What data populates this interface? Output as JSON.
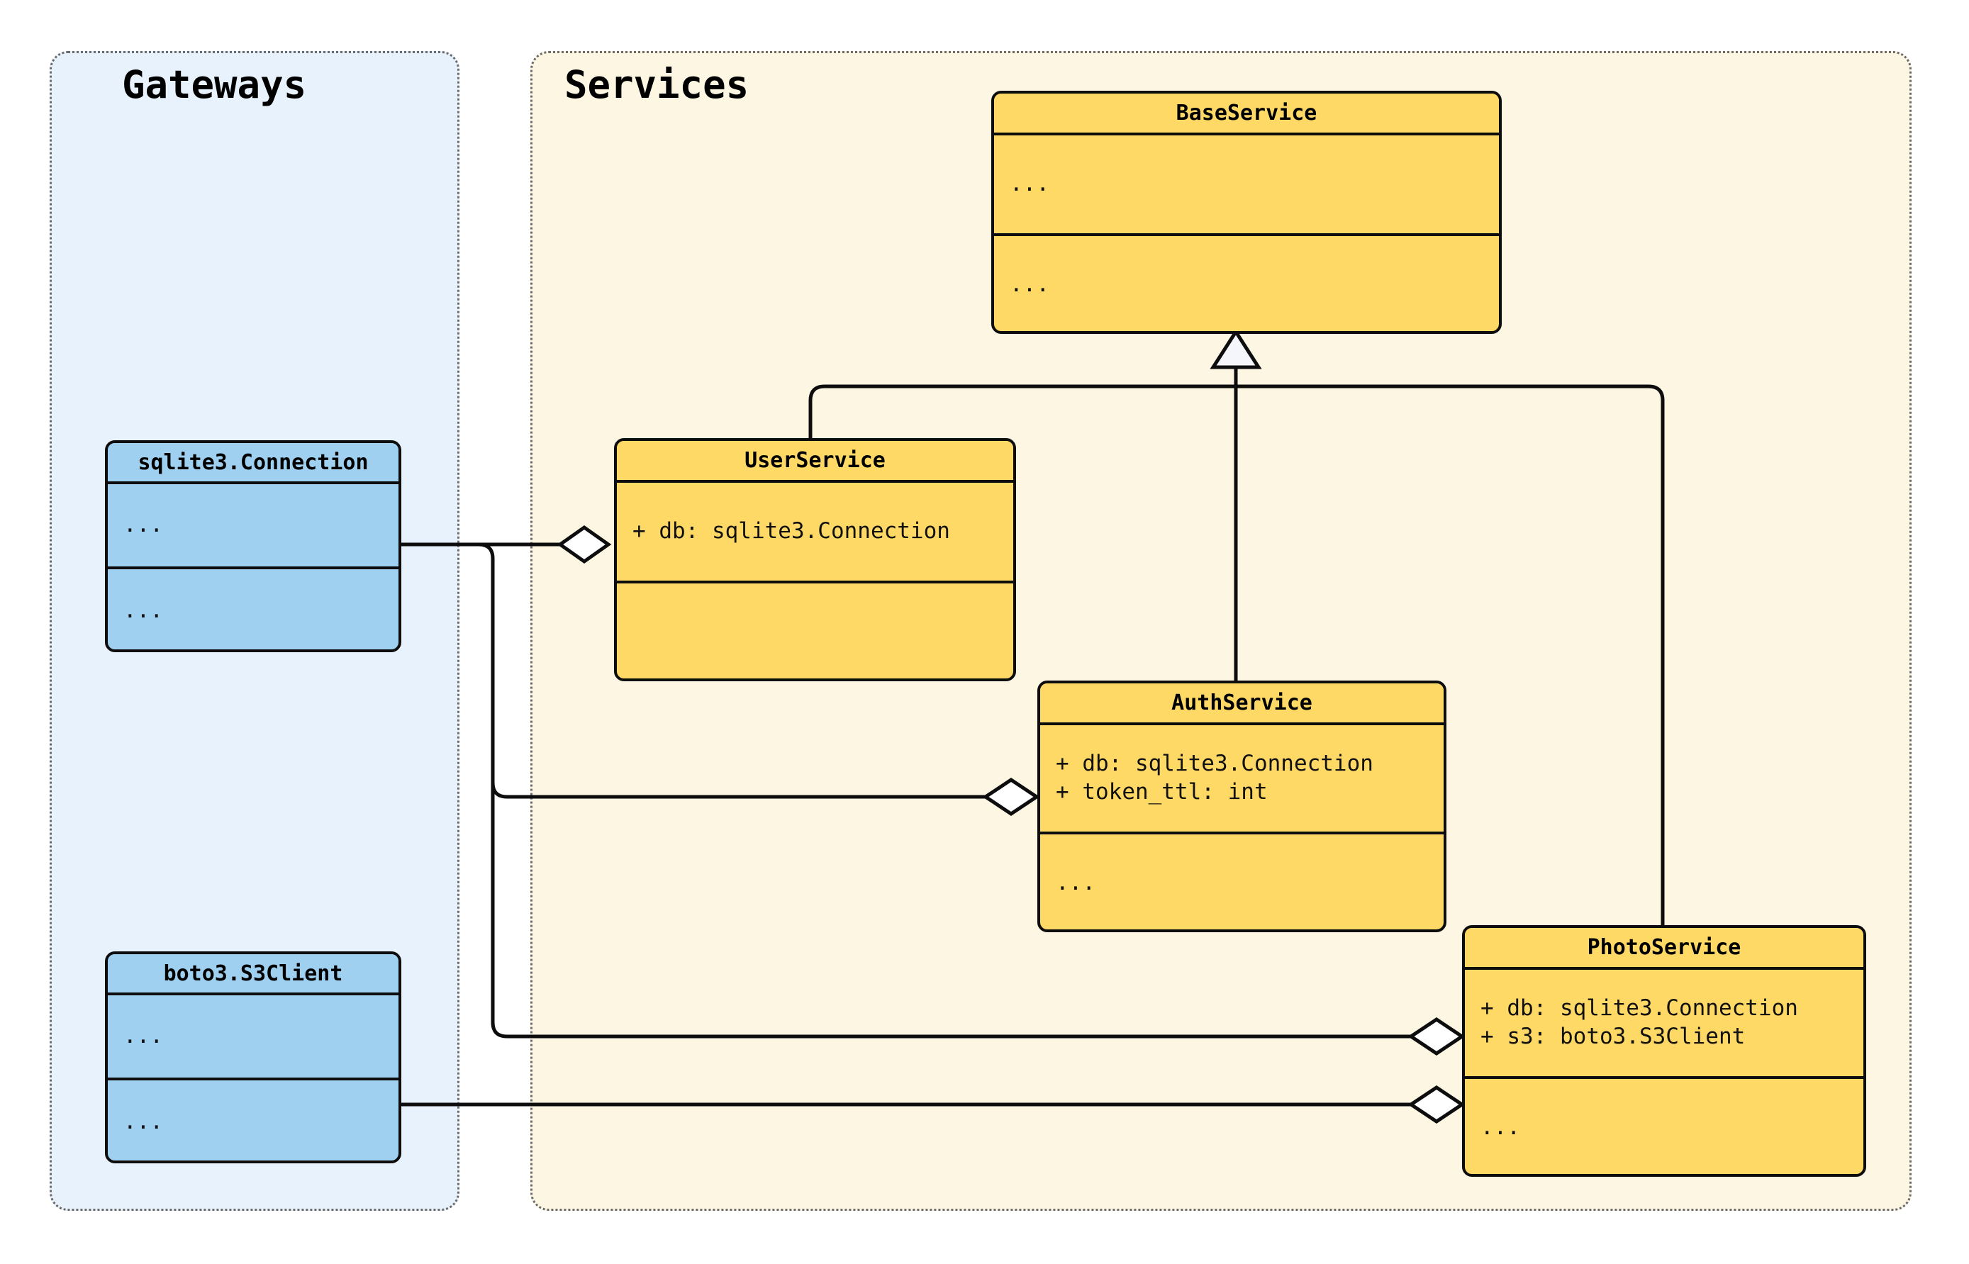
{
  "diagram": {
    "type": "uml-class-diagram",
    "packages": [
      {
        "id": "gateways",
        "title": "Gateways",
        "fill": "#e8f2fd",
        "border": "#6b6b6b"
      },
      {
        "id": "services",
        "title": "Services",
        "fill": "#fdf6e3",
        "border": "#6b6b6b"
      }
    ],
    "classes": [
      {
        "id": "sqlite3-connection",
        "package": "gateways",
        "name": "sqlite3.Connection",
        "fill": "#9fd0f0",
        "attributes": [
          "..."
        ],
        "methods": [
          "..."
        ]
      },
      {
        "id": "boto3-s3client",
        "package": "gateways",
        "name": "boto3.S3Client",
        "fill": "#9fd0f0",
        "attributes": [
          "..."
        ],
        "methods": [
          "..."
        ]
      },
      {
        "id": "baseservice",
        "package": "services",
        "name": "BaseService",
        "fill": "#ffd966",
        "attributes": [
          "..."
        ],
        "methods": [
          "..."
        ]
      },
      {
        "id": "userservice",
        "package": "services",
        "name": "UserService",
        "fill": "#ffd966",
        "attributes": [
          "+ db: sqlite3.Connection"
        ],
        "methods": [
          ""
        ]
      },
      {
        "id": "authservice",
        "package": "services",
        "name": "AuthService",
        "fill": "#ffd966",
        "attributes": [
          "+ db: sqlite3.Connection",
          "+ token_ttl: int"
        ],
        "methods": [
          "..."
        ]
      },
      {
        "id": "photoservice",
        "package": "services",
        "name": "PhotoService",
        "fill": "#ffd966",
        "attributes": [
          "+ db: sqlite3.Connection",
          "+ s3: boto3.S3Client"
        ],
        "methods": [
          "..."
        ]
      }
    ],
    "relations": [
      {
        "id": "inherit-user",
        "type": "generalization",
        "from": "userservice",
        "to": "baseservice"
      },
      {
        "id": "inherit-auth",
        "type": "generalization",
        "from": "authservice",
        "to": "baseservice"
      },
      {
        "id": "inherit-photo",
        "type": "generalization",
        "from": "photoservice",
        "to": "baseservice"
      },
      {
        "id": "agg-user-db",
        "type": "aggregation",
        "from": "sqlite3-connection",
        "to": "userservice"
      },
      {
        "id": "agg-auth-db",
        "type": "aggregation",
        "from": "sqlite3-connection",
        "to": "authservice"
      },
      {
        "id": "agg-photo-db",
        "type": "aggregation",
        "from": "sqlite3-connection",
        "to": "photoservice"
      },
      {
        "id": "agg-photo-s3",
        "type": "aggregation",
        "from": "boto3-s3client",
        "to": "photoservice"
      }
    ]
  },
  "labels": {
    "gateways_title": "Gateways",
    "services_title": "Services",
    "sqlite3_name": "sqlite3.Connection",
    "sqlite3_attrs": "...",
    "sqlite3_methods": "...",
    "boto3_name": "boto3.S3Client",
    "boto3_attrs": "...",
    "boto3_methods": "...",
    "baseservice_name": "BaseService",
    "baseservice_attrs": "...",
    "baseservice_methods": "...",
    "userservice_name": "UserService",
    "userservice_attrs": "+ db: sqlite3.Connection",
    "userservice_methods": "",
    "authservice_name": "AuthService",
    "authservice_attrs": "+ db: sqlite3.Connection\n+ token_ttl: int",
    "authservice_methods": "...",
    "photoservice_name": "PhotoService",
    "photoservice_attrs": "+ db: sqlite3.Connection\n+ s3: boto3.S3Client",
    "photoservice_methods": "..."
  }
}
